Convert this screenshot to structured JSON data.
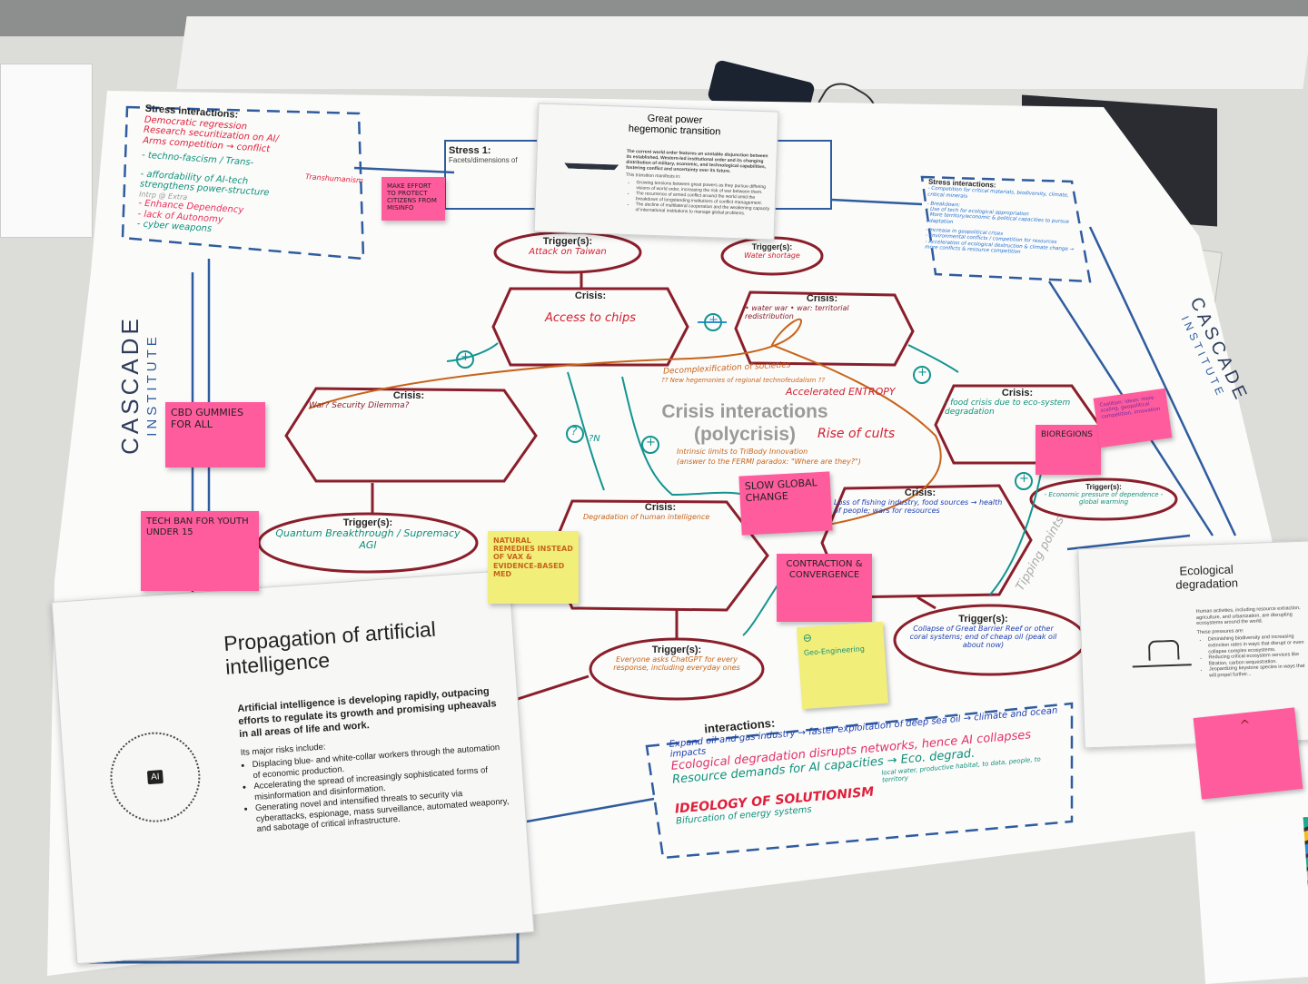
{
  "colors": {
    "maroon": "#8a1f2b",
    "blue": "#2f5c9e",
    "teal": "#14948f",
    "orange": "#c7641a",
    "red": "#e0203a",
    "pink_note": "#ff5c9d",
    "yellow_note": "#f2ee7a"
  },
  "brand": {
    "logo_text": "CASCADE",
    "logo_sub": "INSTITUTE"
  },
  "great_power_card": {
    "title": "Great power hegemonic transition",
    "icon": "warship-icon",
    "body": "The current world order features an unstable disjunction between its established, Western-led institutional order and its changing distribution of military, economic, and technological capabilities, fostering conflict and uncertainty over its future.",
    "risks_intro": "This transition manifests in:",
    "risks": [
      "Growing tensions between great powers as they pursue differing visions of world order, increasing the risk of war between them.",
      "The recurrence of armed conflict around the world amid the breakdown of longstanding institutions of conflict management.",
      "The decline of multilateral cooperation and the weakening capacity of international institutions to manage global problems."
    ]
  },
  "ai_card": {
    "title": "Propagation of artificial intelligence",
    "icon": "ai-brain-icon",
    "icon_label": "AI",
    "body": "Artificial intelligence is developing rapidly, outpacing efforts to regulate its growth and promising upheavals in all areas of life and work.",
    "risks_intro": "Its major risks include:",
    "risks": [
      "Displacing blue- and white-collar workers through the automation of economic production.",
      "Accelerating the spread of increasingly sophisticated forms of misinformation and disinformation.",
      "Generating novel and intensified threats to security via cyberattacks, espionage, mass surveillance, automated weaponry, and sabotage of critical infrastructure."
    ]
  },
  "eco_card": {
    "title": "Ecological degradation",
    "icon": "tree-stumps-icon",
    "body": "Human activities, including resource extraction, agriculture, and urbanization, are disrupting ecosystems around the world.",
    "risks_intro": "These pressures are:",
    "risks": [
      "Diminishing biodiversity and increasing extinction rates in ways that disrupt or even collapse complex ecosystems.",
      "Reducing critical ecosystem services like filtration, carbon sequestration.",
      "Jeopardizing keystone species in ways that will propel further..."
    ]
  },
  "stress1": {
    "title": "Stress 1:",
    "subtitle": "Facets/dimensions of"
  },
  "stress_interactions_left": {
    "title": "Stress interactions:",
    "lines_red": [
      "Democratic regression",
      "Research securitization on AI/",
      "Arms competition → conflict",
      "Transhumanism"
    ],
    "lines_teal": [
      "- techno-fascism / Trans-",
      "- affordability of AI-tech",
      "strengthens power-structure",
      "- cyber weapons"
    ],
    "lines_gray": [
      "Intrp @ Extra"
    ],
    "lines_pink": [
      "- Enhance Dependency",
      "- lack of Autonomy"
    ]
  },
  "stress_interactions_right": {
    "title": "Stress interactions:",
    "lines": [
      "- Competition for critical materials, biodiversity, climate, critical minerals",
      "- Breakdown:",
      "- Use of tech for ecological appropriation",
      "- More territory/economic & political capacities to pursue adaptation",
      "- Increase in geopolitical crises",
      "- Environmental conflicts / competition for resources",
      "- Acceleration of ecological destruction & climate change → more conflicts & resource competition"
    ]
  },
  "stress_interactions_bottom": {
    "title": "interactions:",
    "lines": [
      {
        "text": "Expand oil and gas industry → faster exploitation of deep sea oil → climate and ocean impacts",
        "color": "#2040b0"
      },
      {
        "text": "Ecological degradation disrupts networks, hence AI collapses",
        "color": "#e0306a"
      },
      {
        "text": "Resource demands for AI capacities → Eco. degrad.",
        "color": "#10907a"
      },
      {
        "text": "IDEOLOGY OF SOLUTIONISM",
        "color": "#e0203a"
      },
      {
        "text": "Bifurcation of energy systems",
        "color": "#10907a"
      },
      {
        "text": "local water, productive habitat, to data, people, to territory",
        "color": "#10907a"
      }
    ]
  },
  "center": {
    "title": "Crisis interactions",
    "subtitle": "(polycrisis)",
    "notes": [
      {
        "text": "Decomplexification of societies",
        "color": "#c7641a"
      },
      {
        "text": "?? New hegemonies of regional technofeudalism ??",
        "color": "#c7641a"
      },
      {
        "text": "Accelerated ENTROPY",
        "color": "#d22030"
      },
      {
        "text": "Rise of cults",
        "color": "#d22030"
      },
      {
        "text": "Intrinsic limits to TriBody Innovation",
        "color": "#c7641a"
      },
      {
        "text": "(answer to the FERMI paradox: \"Where are they?\")",
        "color": "#c7641a"
      }
    ]
  },
  "crises": [
    {
      "label": "Crisis:",
      "text": "Access to chips",
      "color": "#d22030"
    },
    {
      "label": "Crisis:",
      "text": "• water war • war: territorial redistribution",
      "color": "#8a1f2b"
    },
    {
      "label": "Crisis:",
      "text": "War? Security Dilemma?",
      "color": "#8a1f2b"
    },
    {
      "label": "Crisis:",
      "text": "Degradation of human intelligence",
      "color": "#c7641a"
    },
    {
      "label": "Crisis:",
      "text": "Loss of fishing industry, food sources → health of people; wars for resources",
      "color": "#2040b0"
    },
    {
      "label": "Crisis:",
      "text": "- food crisis due to eco-system degradation",
      "color": "#10907a"
    }
  ],
  "triggers": [
    {
      "label": "Trigger(s):",
      "text": "Attack on Taiwan",
      "color": "#d22030"
    },
    {
      "label": "Trigger(s):",
      "text": "Water shortage",
      "color": "#d22030"
    },
    {
      "label": "Trigger(s):",
      "text": "Quantum Breakthrough / Supremacy AGI",
      "color": "#10907a"
    },
    {
      "label": "Trigger(s):",
      "text": "Everyone asks ChatGPT for every response, including everyday ones",
      "color": "#c7641a"
    },
    {
      "label": "Trigger(s):",
      "text": "Collapse of Great Barrier Reef or other coral systems; end of cheap oil (peak oil about now)",
      "color": "#2040b0"
    },
    {
      "label": "Trigger(s):",
      "text": "- Economic pressure of dependence - global warming",
      "color": "#10907a"
    }
  ],
  "links": {
    "plus": "+",
    "minus": "-",
    "question": "?",
    "tipping": "Tipping points",
    "rn": "?N"
  },
  "stickies": [
    {
      "text": "Make effort to protect citizens from misinfo"
    },
    {
      "text": "CBD Gummies for All"
    },
    {
      "text": "Tech Ban for youth under 15"
    },
    {
      "text": "Natural remedies instead of vax & evidence-based med"
    },
    {
      "text": "Slow global change"
    },
    {
      "text": "Contraction & Convergence"
    },
    {
      "text": "Geo-Engineering",
      "mark": "⊖"
    },
    {
      "text": "Bioregions"
    },
    {
      "text": "Coalition: ideas: more scaling, geopolitical competition, innovation"
    },
    {
      "text": "^"
    }
  ]
}
